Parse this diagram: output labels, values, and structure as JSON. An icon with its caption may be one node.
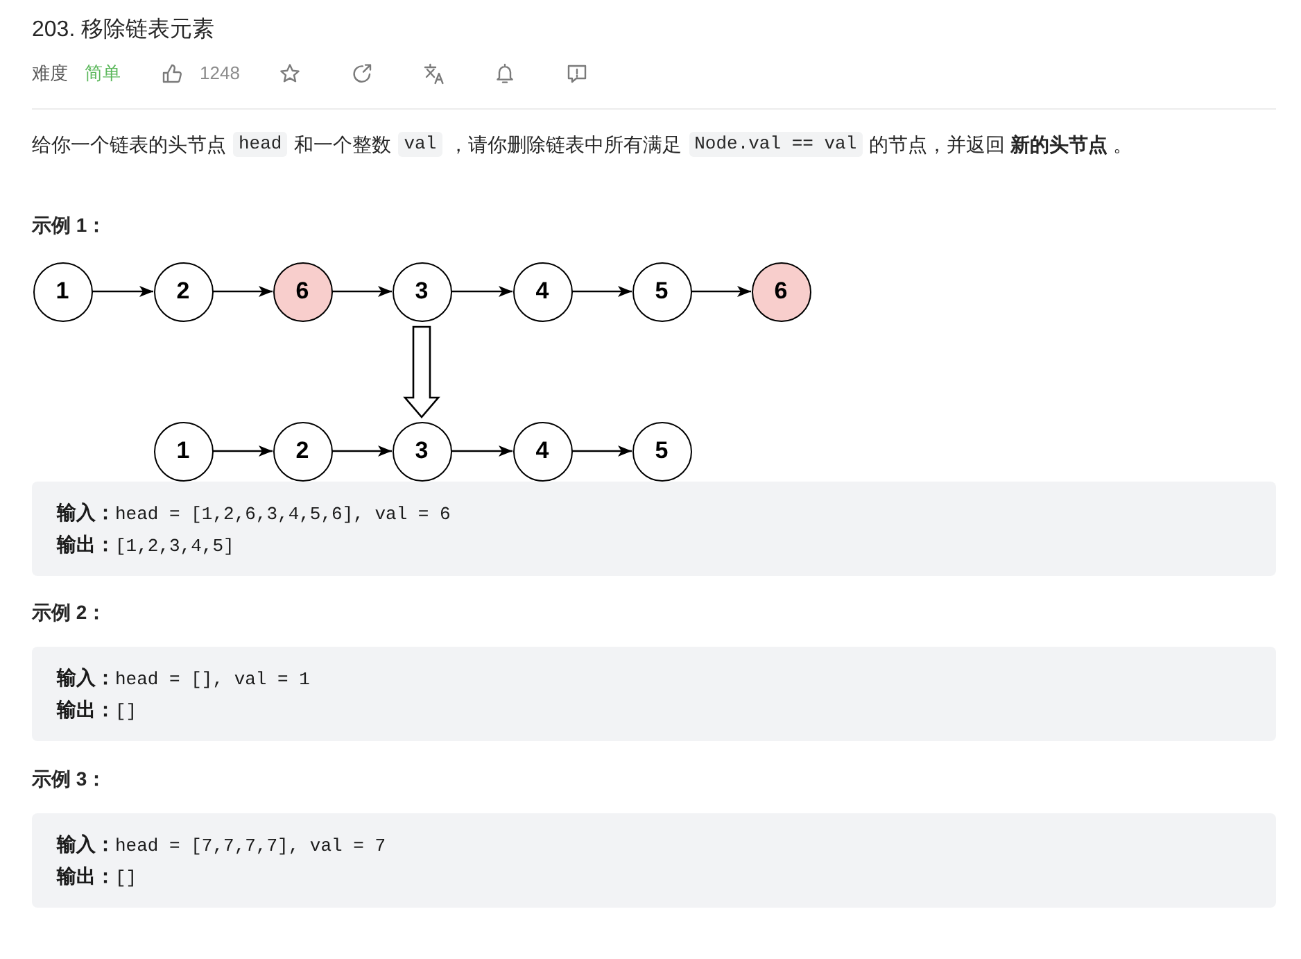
{
  "diagram": {
    "title": "203. 移除链表元素",
    "nodes": [
      {
        "text": [
          "1"
        ]
      },
      {
        "text": [
          "2"
        ]
      },
      {
        "text": [
          "6"
        ]
      },
      {
        "text": [
          "3"
        ]
      },
      {
        "text": [
          "4"
        ]
      },
      {
        "text": [
          "5"
        ]
      },
      {
        "text": [
          "6"
        ]
      },
      {
        "text": [
          "1"
        ]
      },
      {
        "text": [
          "2"
        ]
      },
      {
        "text": [
          "3"
        ]
      },
      {
        "text": [
          "4"
        ]
      },
      {
        "text": [
          "5"
        ]
      }
    ],
    "edges": [
      {
        "from": 0,
        "to": 1,
        "arrow": "to"
      },
      {
        "from": 1,
        "to": 2,
        "arrow": "to"
      },
      {
        "from": 2,
        "to": 3,
        "arrow": "to"
      },
      {
        "from": 3,
        "to": 4,
        "arrow": "to"
      },
      {
        "from": 4,
        "to": 5,
        "arrow": "to"
      },
      {
        "from": 5,
        "to": 6,
        "arrow": "to"
      },
      {
        "from": 3,
        "to": 9,
        "arrow": "to",
        "style": "thick"
      },
      {
        "from": 7,
        "to": 8,
        "arrow": "to"
      },
      {
        "from": 8,
        "to": 9,
        "arrow": "to"
      },
      {
        "from": 9,
        "to": 10,
        "arrow": "to"
      },
      {
        "from": 10,
        "to": 11,
        "arrow": "to"
      }
    ],
    "labels": [
      "难度",
      "简单",
      "1248",
      "给你一个链表的头节点",
      "head",
      "和一个整数",
      "val",
      "，请你删除链表中所有满足",
      "Node.val == val",
      "的节点，并返回 **新的头节点** 。",
      "示例 1：",
      "**输入：**head = [1,2,6,3,4,5,6], val = 6",
      "**输出：**[1,2,3,4,5]",
      "示例 2：",
      "**输入：**head = [], val = 1",
      "**输出：**[]",
      "示例 3：",
      "**输入：**head = [7,7,7,7], val = 7",
      "**输出：**[]"
    ]
  }
}
